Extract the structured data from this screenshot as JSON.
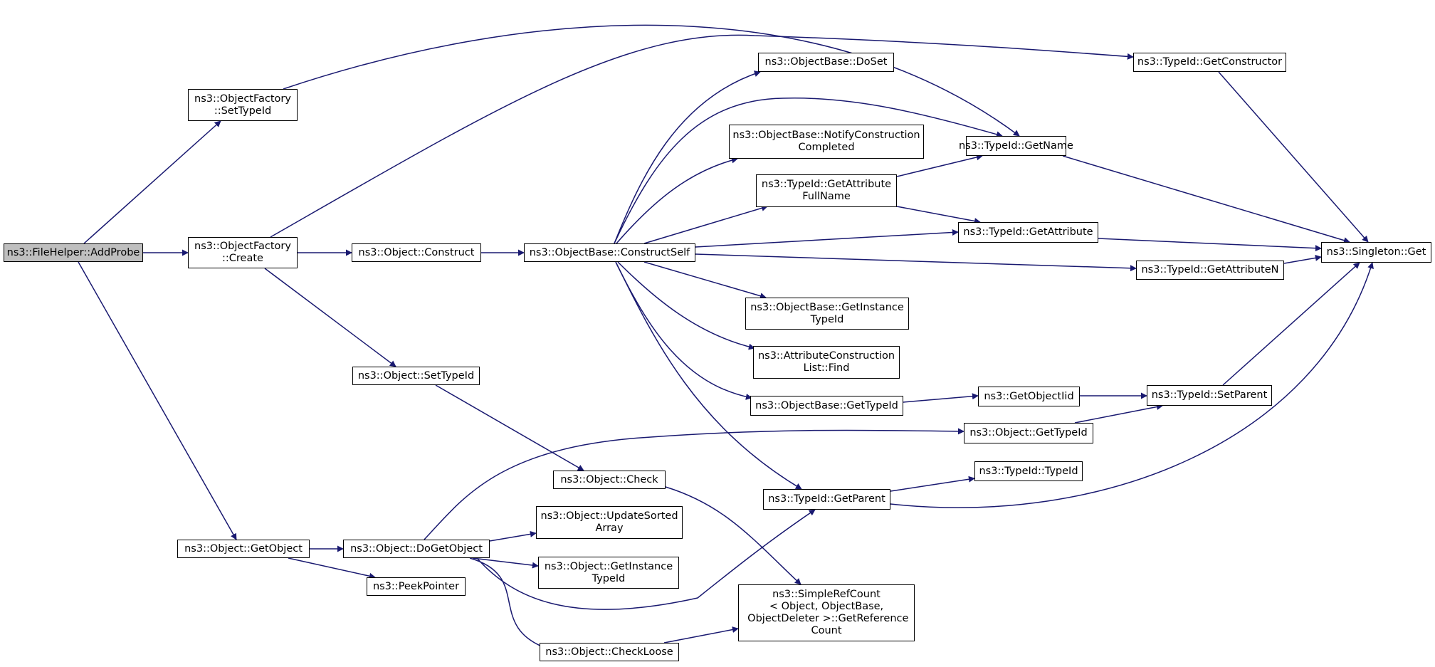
{
  "nodes": {
    "addprobe": [
      "ns3::FileHelper::AddProbe"
    ],
    "of_settypeid": [
      "ns3::ObjectFactory",
      "::SetTypeId"
    ],
    "of_create": [
      "ns3::ObjectFactory",
      "::Create"
    ],
    "getobject": [
      "ns3::Object::GetObject"
    ],
    "construct": [
      "ns3::Object::Construct"
    ],
    "settypeid": [
      "ns3::Object::SetTypeId"
    ],
    "dogetobject": [
      "ns3::Object::DoGetObject"
    ],
    "peekpointer": [
      "ns3::PeekPointer"
    ],
    "constructself": [
      "ns3::ObjectBase::ConstructSelf"
    ],
    "check": [
      "ns3::Object::Check"
    ],
    "updatesorted": [
      "ns3::Object::UpdateSorted",
      "Array"
    ],
    "obj_getinstance": [
      "ns3::Object::GetInstance",
      "TypeId"
    ],
    "checkloose": [
      "ns3::Object::CheckLoose"
    ],
    "doset": [
      "ns3::ObjectBase::DoSet"
    ],
    "notify": [
      "ns3::ObjectBase::NotifyConstruction",
      "Completed"
    ],
    "getattrfullname": [
      "ns3::TypeId::GetAttribute",
      "FullName"
    ],
    "ob_getinstance": [
      "ns3::ObjectBase::GetInstance",
      "TypeId"
    ],
    "acl_find": [
      "ns3::AttributeConstruction",
      "List::Find"
    ],
    "ob_gettypeid": [
      "ns3::ObjectBase::GetTypeId"
    ],
    "getparent": [
      "ns3::TypeId::GetParent"
    ],
    "simplerefcount": [
      "ns3::SimpleRefCount",
      "< Object, ObjectBase,",
      " ObjectDeleter >::GetReference",
      "Count"
    ],
    "getconstructor": [
      "ns3::TypeId::GetConstructor"
    ],
    "getname": [
      "ns3::TypeId::GetName"
    ],
    "getattribute": [
      "ns3::TypeId::GetAttribute"
    ],
    "getattributen": [
      "ns3::TypeId::GetAttributeN"
    ],
    "getobjectiid": [
      "ns3::GetObjectIid"
    ],
    "obj_gettypeid": [
      "ns3::Object::GetTypeId"
    ],
    "tid_typeid": [
      "ns3::TypeId::TypeId"
    ],
    "setparent": [
      "ns3::TypeId::SetParent"
    ],
    "singleton": [
      "ns3::Singleton::Get"
    ]
  },
  "edges": [
    [
      "addprobe",
      "of_settypeid"
    ],
    [
      "addprobe",
      "of_create"
    ],
    [
      "addprobe",
      "getobject"
    ],
    [
      "of_settypeid",
      "getname"
    ],
    [
      "of_create",
      "getconstructor"
    ],
    [
      "of_create",
      "construct"
    ],
    [
      "of_create",
      "settypeid"
    ],
    [
      "construct",
      "constructself"
    ],
    [
      "settypeid",
      "check"
    ],
    [
      "getobject",
      "dogetobject"
    ],
    [
      "getobject",
      "peekpointer"
    ],
    [
      "dogetobject",
      "obj_gettypeid"
    ],
    [
      "dogetobject",
      "updatesorted"
    ],
    [
      "dogetobject",
      "obj_getinstance"
    ],
    [
      "dogetobject",
      "getparent"
    ],
    [
      "dogetobject",
      "checkloose"
    ],
    [
      "constructself",
      "doset"
    ],
    [
      "constructself",
      "getname"
    ],
    [
      "constructself",
      "notify"
    ],
    [
      "constructself",
      "getattrfullname"
    ],
    [
      "constructself",
      "getattribute"
    ],
    [
      "constructself",
      "getattributen"
    ],
    [
      "constructself",
      "ob_getinstance"
    ],
    [
      "constructself",
      "acl_find"
    ],
    [
      "constructself",
      "ob_gettypeid"
    ],
    [
      "constructself",
      "getparent"
    ],
    [
      "getattrfullname",
      "getname"
    ],
    [
      "getattrfullname",
      "getattribute"
    ],
    [
      "check",
      "simplerefcount"
    ],
    [
      "checkloose",
      "simplerefcount"
    ],
    [
      "ob_gettypeid",
      "getobjectiid"
    ],
    [
      "getobjectiid",
      "setparent"
    ],
    [
      "obj_gettypeid",
      "setparent"
    ],
    [
      "getparent",
      "tid_typeid"
    ],
    [
      "getparent",
      "singleton"
    ],
    [
      "getconstructor",
      "singleton"
    ],
    [
      "getname",
      "singleton"
    ],
    [
      "getattribute",
      "singleton"
    ],
    [
      "getattributen",
      "singleton"
    ],
    [
      "setparent",
      "singleton"
    ]
  ],
  "colors": {
    "edge": "#191970",
    "node_border": "#000000",
    "root_fill": "#bfbfbf",
    "node_fill": "#ffffff"
  }
}
